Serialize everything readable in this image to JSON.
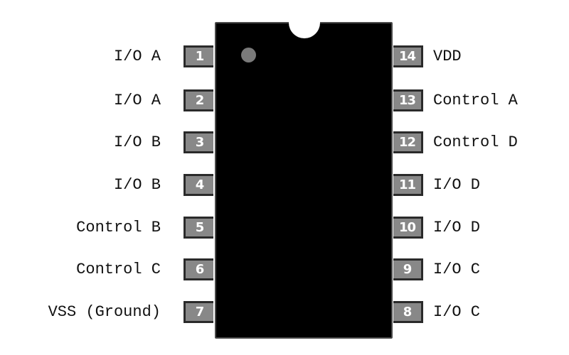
{
  "colors": {
    "chip_body": "#000000",
    "pin_fill": "#888888",
    "pin1_dot": "#7a7a7a",
    "text": "#111111"
  },
  "left_pins": [
    {
      "number": "1",
      "label": "I/O A"
    },
    {
      "number": "2",
      "label": "I/O A"
    },
    {
      "number": "3",
      "label": "I/O B"
    },
    {
      "number": "4",
      "label": "I/O B"
    },
    {
      "number": "5",
      "label": "Control B"
    },
    {
      "number": "6",
      "label": "Control C"
    },
    {
      "number": "7",
      "label": "VSS (Ground)"
    }
  ],
  "right_pins": [
    {
      "number": "14",
      "label": "VDD"
    },
    {
      "number": "13",
      "label": "Control A"
    },
    {
      "number": "12",
      "label": "Control D"
    },
    {
      "number": "11",
      "label": "I/O D"
    },
    {
      "number": "10",
      "label": "I/O D"
    },
    {
      "number": "9",
      "label": "I/O C"
    },
    {
      "number": "8",
      "label": "I/O C"
    }
  ]
}
